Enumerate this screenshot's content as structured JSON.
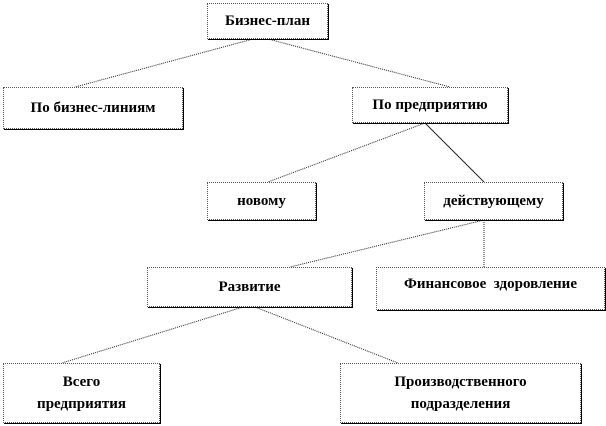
{
  "nodes": {
    "root": "Бизнес-план",
    "by_lines": "По бизнес-линиям",
    "by_enterprise": "По предприятию",
    "new": "новому",
    "existing": "действующему",
    "development": "Развитие",
    "recovery": "Финансовое  здоровление",
    "whole": "Всего\nпредприятия",
    "division": "Производственного\nподразделения"
  }
}
